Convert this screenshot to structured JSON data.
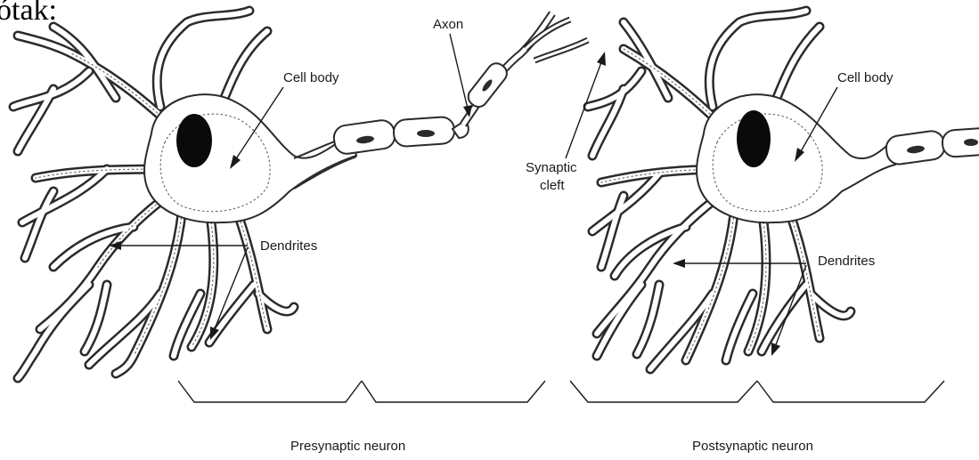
{
  "page_fragment": "ótak:",
  "labels": {
    "cell_body_left": "Cell body",
    "cell_body_right": "Cell body",
    "axon": "Axon",
    "synaptic_cleft_line1": "Synaptic",
    "synaptic_cleft_line2": "cleft",
    "dendrites_left": "Dendrites",
    "dendrites_right": "Dendrites",
    "presynaptic": "Presynaptic neuron",
    "postsynaptic": "Postsynaptic neuron"
  },
  "colors": {
    "ink": "#1a1a1a",
    "nucleus": "#0a0a0a",
    "background": "#ffffff"
  }
}
